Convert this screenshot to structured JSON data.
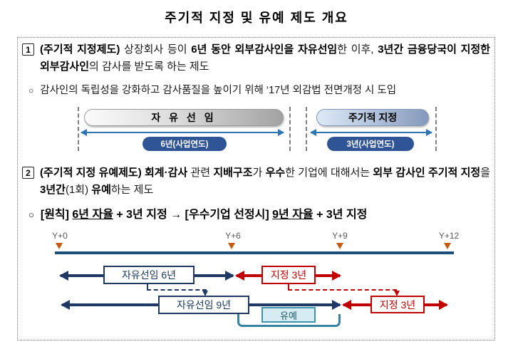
{
  "title": "주기적 지정 및 유예 제도 개요",
  "colors": {
    "navy": "#1F3864",
    "red": "#C00000",
    "steel_blue_arrow": "#2E74B5",
    "badge_blue": "#2F5597",
    "timeline_line": "#1F4E79",
    "tick_orange": "#C55A11",
    "teal_bracket": "#35839E",
    "defer_fill": "#D6EBF2",
    "tick_label_gray": "#595959"
  },
  "icons": {
    "tick_marker": "down-triangle",
    "bullet_marker_char": "○",
    "double_arrow": "left-right-arrow"
  },
  "section1": {
    "num": "1",
    "line": [
      {
        "t": "(주기적 지정제도) ",
        "b": 1
      },
      {
        "t": "상장회사 등이 ",
        "b": 0
      },
      {
        "t": "6년 동안 외부감사인을 자유선임",
        "b": 1
      },
      {
        "t": "한 이후, ",
        "b": 0
      },
      {
        "t": "3년간 금융당국이 지정한 외부감사인",
        "b": 1
      },
      {
        "t": "의 감사를 받도록 하는 제도",
        "b": 0
      }
    ],
    "bullet_marker": "○",
    "bullet": "감사인의 독립성을 강화하고 감사품질을 높이기 위해 ‘17년 외감법 전면개정 시 도입"
  },
  "diagram1": {
    "free_label": "자 유 선 임",
    "free_badge": "6년(사업연도)",
    "periodic_label": "주기적 지정",
    "periodic_badge": "3년(사업연도)"
  },
  "section2": {
    "num": "2",
    "line": [
      {
        "t": "(주기적 지정 유예제도) ",
        "b": 1
      },
      {
        "t": "회계·감사",
        "b": 1
      },
      {
        "t": " 관련 ",
        "b": 0
      },
      {
        "t": "지배구조",
        "b": 1
      },
      {
        "t": "가 ",
        "b": 0
      },
      {
        "t": "우수",
        "b": 1
      },
      {
        "t": "한 기업에 대해서는 ",
        "b": 0
      },
      {
        "t": "외부 감사인 주기적 지정",
        "b": 1
      },
      {
        "t": "을 ",
        "b": 0
      },
      {
        "t": "3년간",
        "b": 1
      },
      {
        "t": "(1회) ",
        "b": 0
      },
      {
        "t": "유예",
        "b": 1
      },
      {
        "t": "하는 제도",
        "b": 0
      }
    ]
  },
  "principle": {
    "marker": "○",
    "line": [
      {
        "t": "[원칙] ",
        "b": 1
      },
      {
        "t": "6년 자율",
        "b": 1,
        "u": 1
      },
      {
        "t": " + 3년 지정 → [우수기업 선정시] ",
        "b": 1
      },
      {
        "t": "9년 자율",
        "b": 1,
        "u": 1
      },
      {
        "t": " + 3년 지정",
        "b": 1
      }
    ]
  },
  "timeline": {
    "ticks": [
      "Y+0",
      "Y+6",
      "Y+9",
      "Y+12"
    ],
    "row1_free": "자유선임 6년",
    "row1_desig": "지정 3년",
    "row2_free": "자유선임 9년",
    "row2_desig": "지정 3년",
    "defer": "유예"
  }
}
